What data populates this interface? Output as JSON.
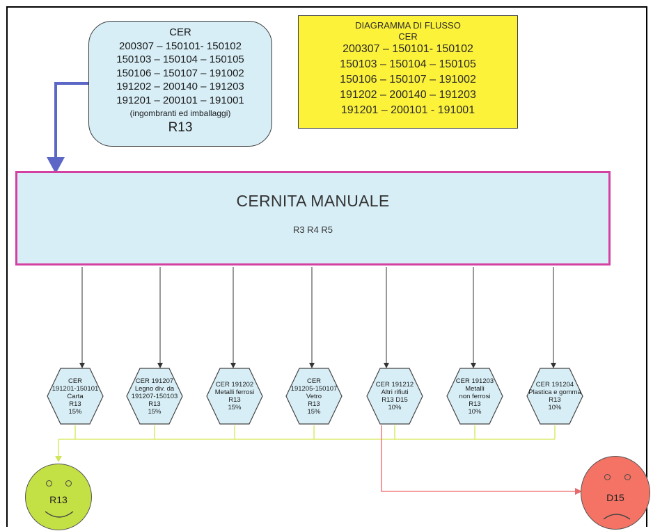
{
  "input_box": {
    "heading": "CER",
    "codes": [
      "200307 – 150101- 150102",
      "150103 – 150104 – 150105",
      "150106 – 150107 – 191002",
      "191202 – 200140 – 191203",
      "191201 – 200101 – 191001"
    ],
    "note": "(ingombranti ed imballaggi)",
    "code_r": "R13"
  },
  "legend_box": {
    "title": "DIAGRAMMA DI FLUSSO",
    "heading": "CER",
    "codes": [
      "200307 – 150101- 150102",
      "150103 – 150104 – 150105",
      "150106 – 150107 – 191002",
      "191202 – 200140 – 191203",
      "191201 – 200101 - 191001"
    ]
  },
  "process": {
    "title": "CERNITA MANUALE",
    "codes": "R3 R4 R5"
  },
  "outputs": [
    {
      "lines": [
        "CER",
        "191201-150101",
        "Carta",
        "R13",
        "15%"
      ]
    },
    {
      "lines": [
        "CER 191207",
        "Legno div. da",
        "191207-150103",
        "R13",
        "15%"
      ]
    },
    {
      "lines": [
        "CER 191202",
        "Metalli ferrosi",
        "R13",
        "15%"
      ]
    },
    {
      "lines": [
        "CER",
        "191205-150107",
        "Vetro",
        "R13",
        "15%"
      ]
    },
    {
      "lines": [
        "CER 191212",
        "Altri rifiuti",
        "R13 D15",
        "10%"
      ]
    },
    {
      "lines": [
        "CER 191203",
        "Metalli",
        "non ferrosi",
        "R13",
        "10%"
      ]
    },
    {
      "lines": [
        "CER 191204",
        "Plastica e gomma",
        "R13",
        "10%"
      ]
    }
  ],
  "destinations": {
    "recovery": {
      "label": "R13"
    },
    "disposal": {
      "label": "D15"
    }
  },
  "colors": {
    "input_fill": "#d7eef6",
    "legend_fill": "#fdf23a",
    "process_border": "#d43fa2",
    "input_arrow": "#5d67c6",
    "recovery_line": "#dceb6e",
    "disposal_line": "#f08080",
    "happy_face": "#c3e045",
    "sad_face": "#f47365"
  }
}
